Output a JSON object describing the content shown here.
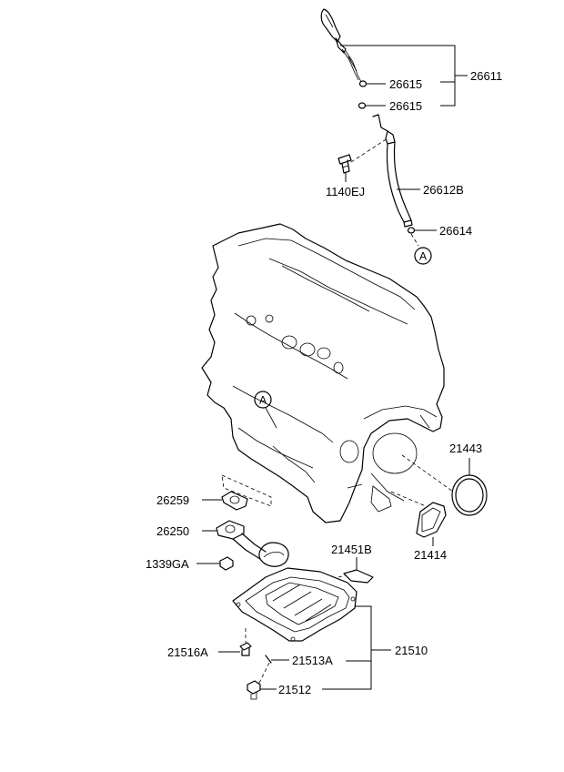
{
  "labels": {
    "p26611": "26611",
    "p26615a": "26615",
    "p26615b": "26615",
    "p1140EJ": "1140EJ",
    "p26612B": "26612B",
    "p26614": "26614",
    "p21443": "21443",
    "p26259": "26259",
    "p26250": "26250",
    "p21414": "21414",
    "p21451B": "21451B",
    "p1339GA": "1339GA",
    "p21510": "21510",
    "p21516A": "21516A",
    "p21513A": "21513A",
    "p21512": "21512"
  },
  "ref_markers": {
    "top": "A",
    "engine": "A"
  }
}
